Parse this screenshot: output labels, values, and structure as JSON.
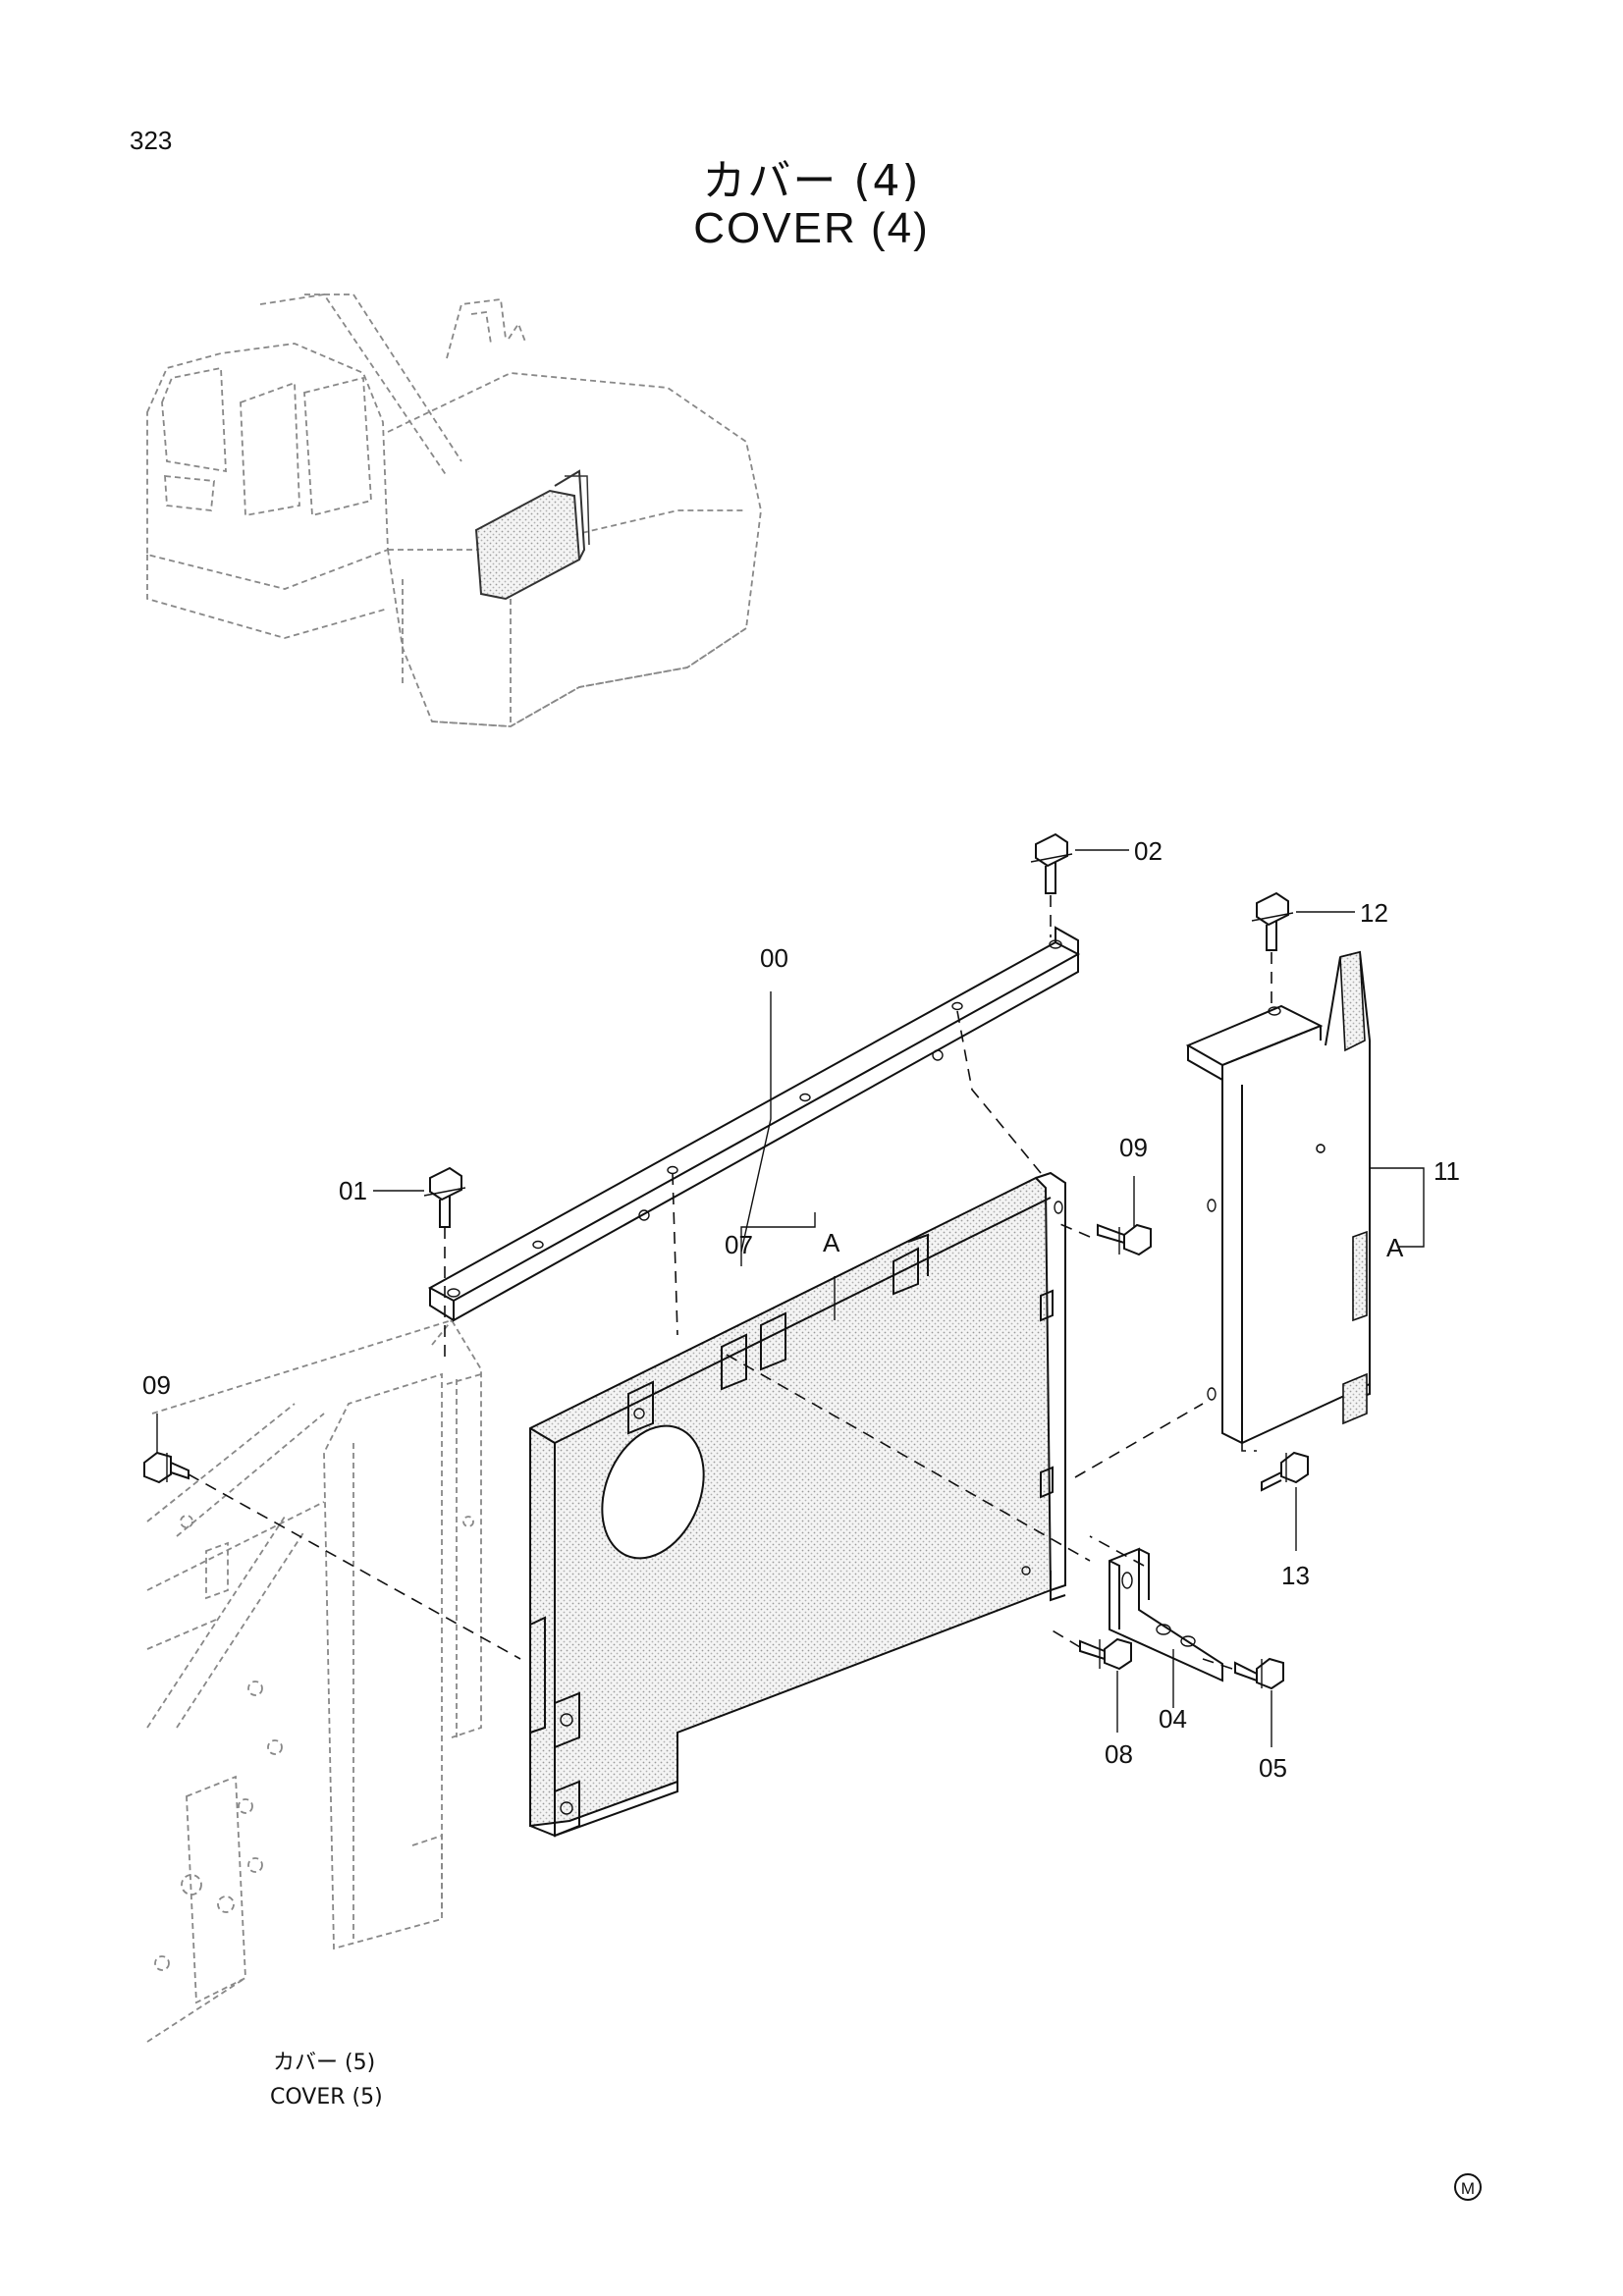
{
  "page": {
    "number": "323"
  },
  "title": {
    "jp": "カバー (4)",
    "en": "COVER (4)"
  },
  "callouts": {
    "c00": "00",
    "c01": "01",
    "c02": "02",
    "c04": "04",
    "c05": "05",
    "c07": "07",
    "c08": "08",
    "c09a": "09",
    "c09b": "09",
    "c11": "11",
    "c12": "12",
    "c13": "13",
    "a1": "A",
    "a2": "A"
  },
  "cross_reference": {
    "jp": "カバー (5)",
    "en": "COVER (5)"
  },
  "mark": "M"
}
